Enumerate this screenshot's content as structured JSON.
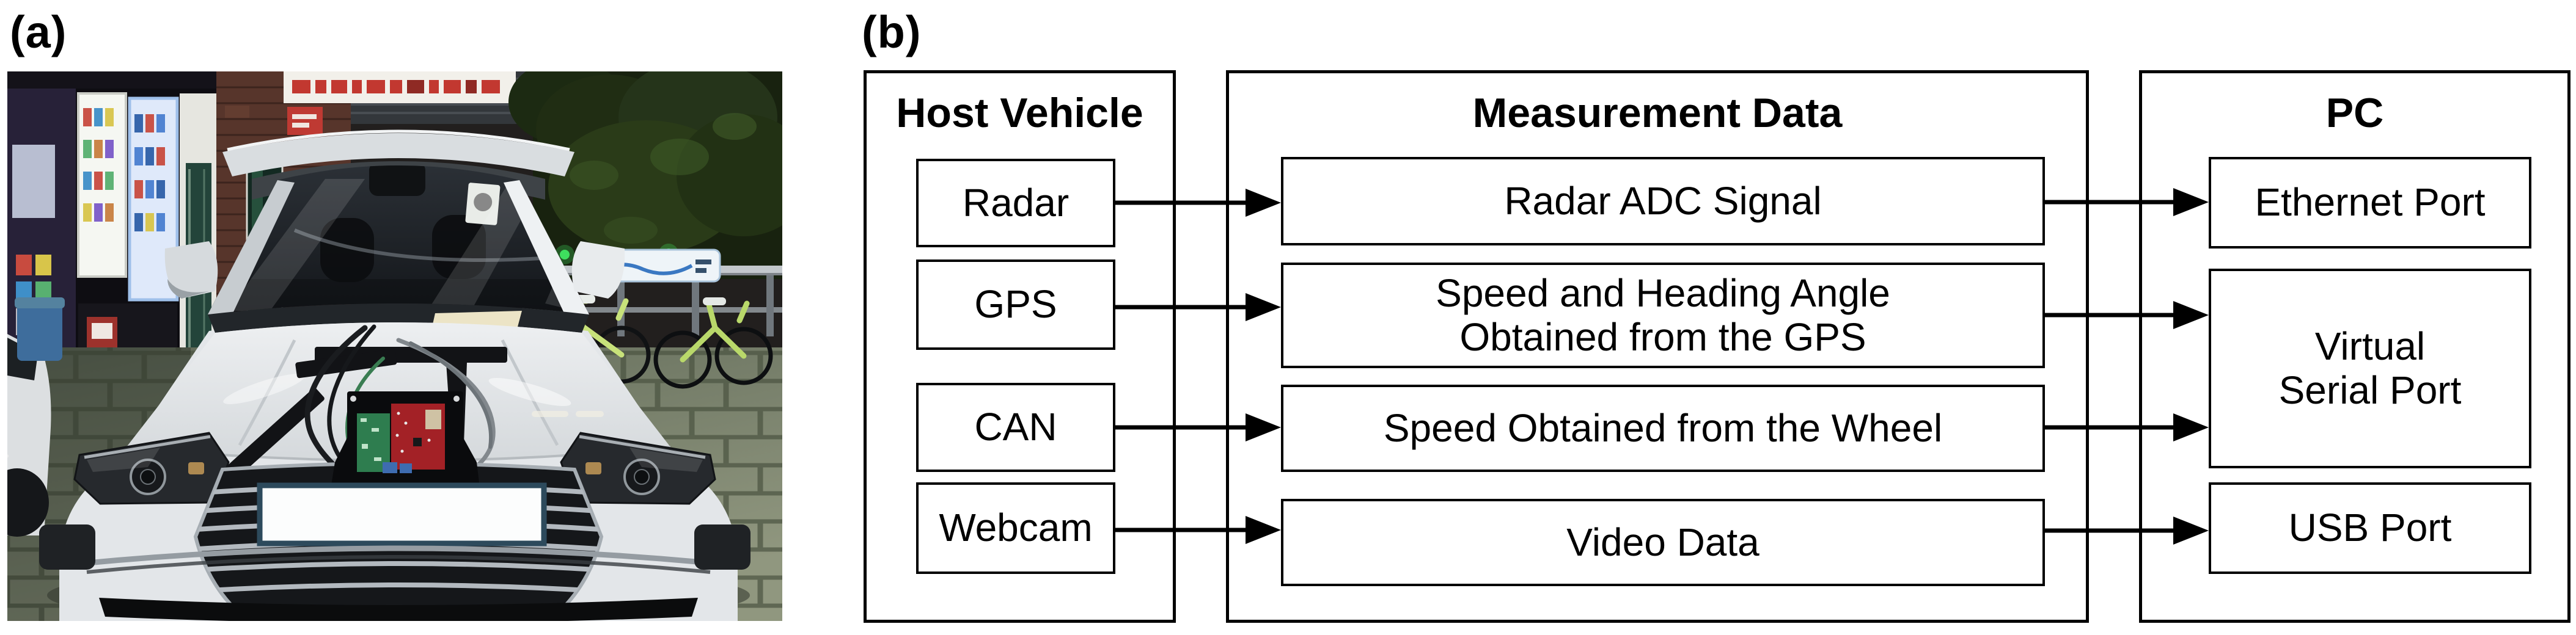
{
  "figure": {
    "panel_a": {
      "label": "(a)",
      "photo_alt": "White sedan photographed at night in front of a convenience store: a red radar PCB on a black mount is fixed above the front grille, cables run from the windshield across the hood, black tape markers are on the hood, and the license plate is blanked out with a white rectangle."
    },
    "panel_b": {
      "label": "(b)"
    }
  },
  "diagram": {
    "host": {
      "title": "Host Vehicle",
      "items": [
        "Radar",
        "GPS",
        "CAN",
        "Webcam"
      ]
    },
    "measurement": {
      "title": "Measurement Data",
      "items": [
        "Radar ADC Signal",
        "Speed and Heading Angle\nObtained from the GPS",
        "Speed Obtained from the Wheel",
        "Video Data"
      ]
    },
    "pc": {
      "title": "PC",
      "items": [
        "Ethernet Port",
        "Virtual\nSerial Port",
        "USB Port"
      ]
    }
  },
  "colors": {
    "ink": "#000000",
    "paper": "#ffffff",
    "pcb_red": "#a32126",
    "pcb_green": "#2e7d4f",
    "plate_border": "#2d4a5c"
  }
}
